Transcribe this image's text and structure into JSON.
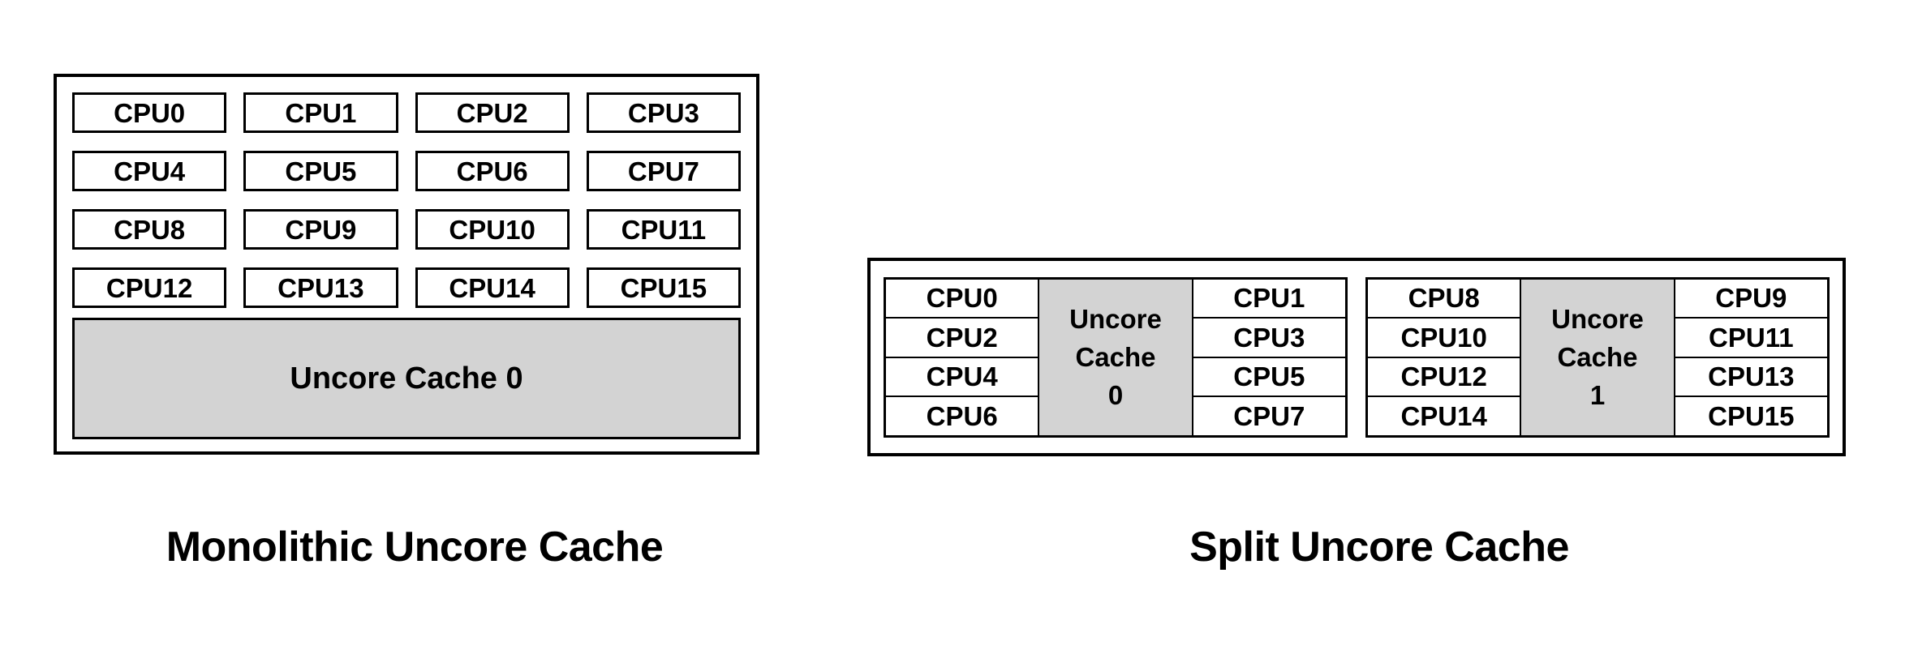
{
  "colors": {
    "background": "#ffffff",
    "border": "#000000",
    "cpu_fill": "#ffffff",
    "cache_fill": "#d3d3d3",
    "text": "#000000"
  },
  "monolithic": {
    "caption": "Monolithic Uncore Cache",
    "cpus": [
      "CPU0",
      "CPU1",
      "CPU2",
      "CPU3",
      "CPU4",
      "CPU5",
      "CPU6",
      "CPU7",
      "CPU8",
      "CPU9",
      "CPU10",
      "CPU11",
      "CPU12",
      "CPU13",
      "CPU14",
      "CPU15"
    ],
    "cache_label": "Uncore Cache 0"
  },
  "split": {
    "caption": "Split Uncore Cache",
    "clusters": [
      {
        "left_cpus": [
          "CPU0",
          "CPU2",
          "CPU4",
          "CPU6"
        ],
        "cache_lines": [
          "Uncore",
          "Cache",
          "0"
        ],
        "right_cpus": [
          "CPU1",
          "CPU3",
          "CPU5",
          "CPU7"
        ]
      },
      {
        "left_cpus": [
          "CPU8",
          "CPU10",
          "CPU12",
          "CPU14"
        ],
        "cache_lines": [
          "Uncore",
          "Cache",
          "1"
        ],
        "right_cpus": [
          "CPU9",
          "CPU11",
          "CPU13",
          "CPU15"
        ]
      }
    ]
  }
}
